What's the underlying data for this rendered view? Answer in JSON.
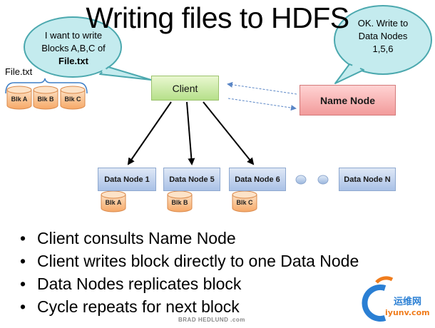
{
  "title": "Writing files to HDFS",
  "client_bubble": {
    "line1": "I want to write",
    "line2": "Blocks A,B,C of",
    "line3": "File.txt"
  },
  "namenode_bubble": {
    "line1": "OK. Write to",
    "line2": "Data Nodes",
    "line3": "1,5,6"
  },
  "file": {
    "label": "File.txt",
    "blocks": [
      "Blk A",
      "Blk B",
      "Blk C"
    ]
  },
  "client_label": "Client",
  "namenode_label": "Name Node",
  "data_nodes": [
    {
      "label": "Data Node 1",
      "block": "Blk A"
    },
    {
      "label": "Data Node 5",
      "block": "Blk B"
    },
    {
      "label": "Data Node 6",
      "block": "Blk C"
    },
    {
      "label": "Data Node N",
      "block": ""
    }
  ],
  "bullets": [
    "Client consults Name Node",
    "Client writes block directly to one Data Node",
    "Data Nodes replicates block",
    "Cycle repeats for next block"
  ],
  "footer": "BRAD HEDLUND .com",
  "watermark": {
    "cn": "运维网",
    "site": "iyunv.com"
  },
  "colors": {
    "bubble_fill": "#c4ebee",
    "bubble_stroke": "#4ba8ae",
    "cylinder_fill": "#fbc89a",
    "cylinder_stroke": "#d9884a",
    "arrow_dashed": "#5a86c6"
  }
}
